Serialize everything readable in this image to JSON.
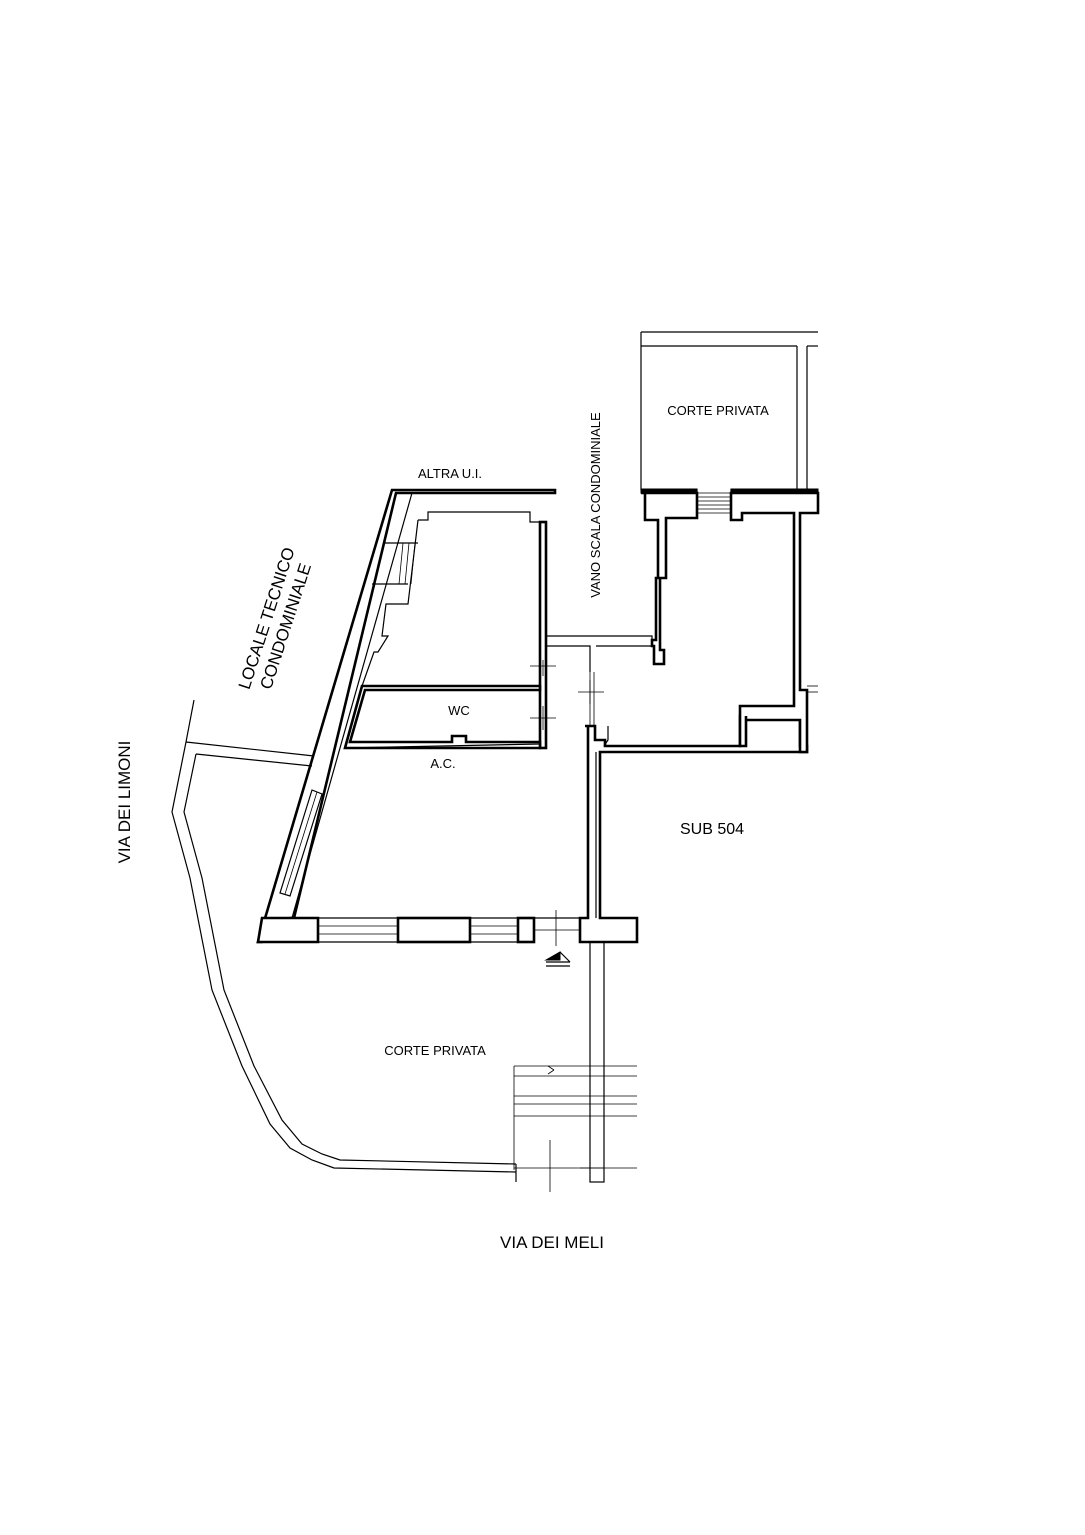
{
  "labels": {
    "corte_privata_top": "CORTE PRIVATA",
    "altra_ui": "ALTRA U.I.",
    "vano_scala": "VANO SCALA CONDOMINIALE",
    "locale_tecnico_line1": "LOCALE TECNICO",
    "locale_tecnico_line2": "CONDOMINIALE",
    "via_dei_limoni": "VIA DEI LIMONI",
    "wc": "WC",
    "ac": "A.C.",
    "sub": "SUB 504",
    "corte_privata_bottom": "CORTE PRIVATA",
    "via_dei_meli": "VIA DEI MELI"
  },
  "colors": {
    "line": "#000000",
    "background": "#ffffff"
  }
}
